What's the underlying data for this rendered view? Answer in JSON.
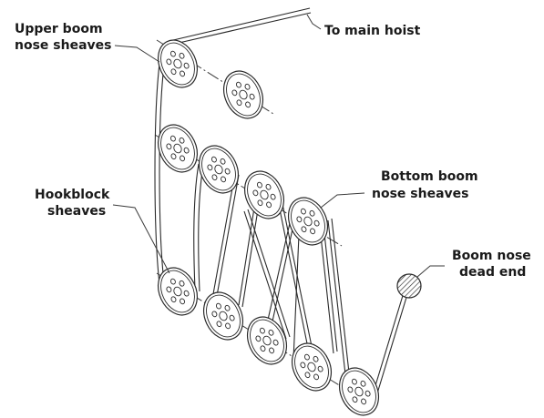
{
  "labels": {
    "upper_boom_line1": "Upper boom",
    "upper_boom_line2": "nose sheaves",
    "main_hoist": "To main hoist",
    "hookblock_line1": "Hookblock",
    "hookblock_line2": "sheaves",
    "bottom_boom_line1": "Bottom boom",
    "bottom_boom_line2": "nose sheaves",
    "dead_end_line1": "Boom nose",
    "dead_end_line2": "dead end"
  },
  "colors": {
    "line": "#2a2a2a",
    "text": "#1a1a1a",
    "background": "#ffffff"
  }
}
